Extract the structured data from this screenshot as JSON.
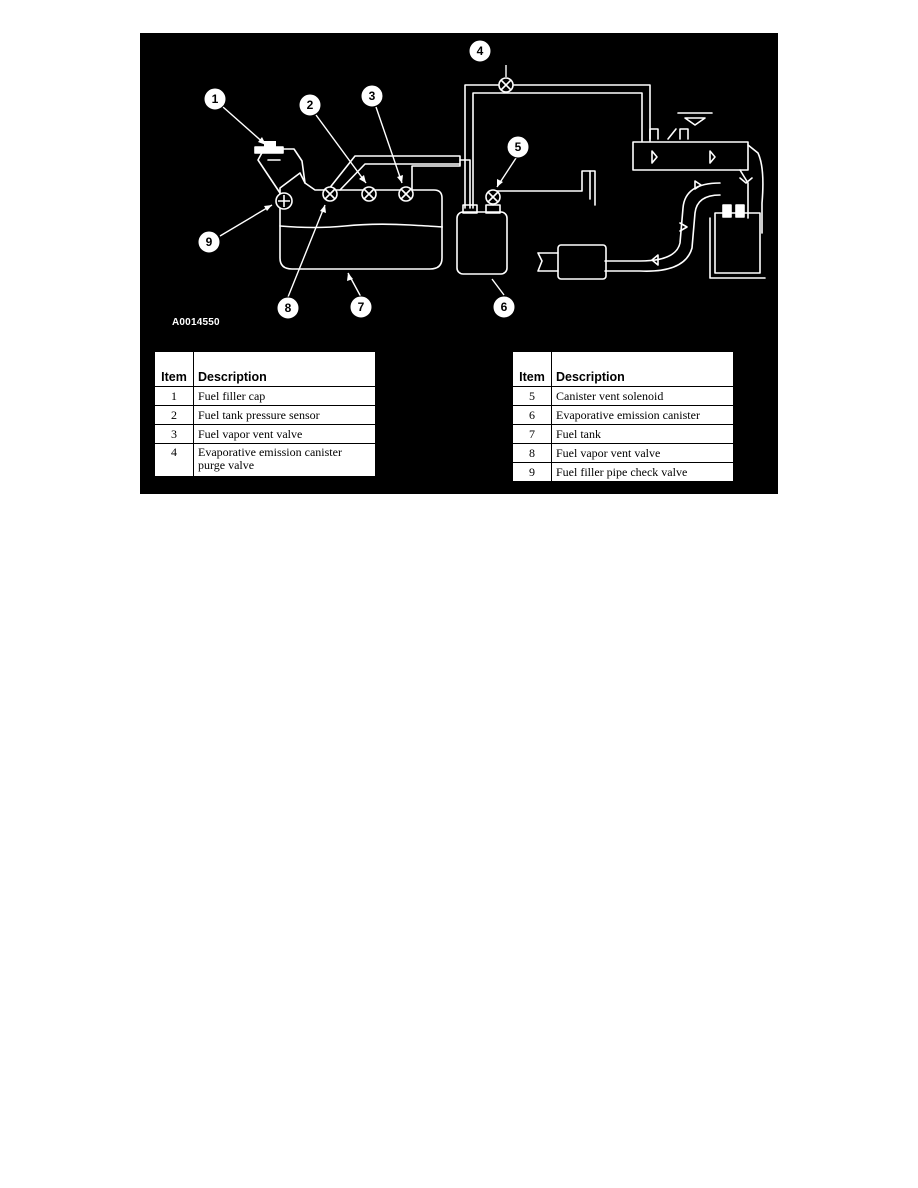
{
  "figure_id": "A0014550",
  "callouts": [
    "1",
    "2",
    "3",
    "4",
    "5",
    "6",
    "7",
    "8",
    "9"
  ],
  "legend_headers": {
    "item": "Item",
    "description": "Description"
  },
  "legend_left": [
    {
      "item": "1",
      "description": "Fuel filler cap"
    },
    {
      "item": "2",
      "description": "Fuel tank pressure sensor"
    },
    {
      "item": "3",
      "description": "Fuel vapor vent valve"
    },
    {
      "item": "4",
      "description": "Evaporative emission canister purge valve"
    }
  ],
  "legend_right": [
    {
      "item": "5",
      "description": "Canister vent solenoid"
    },
    {
      "item": "6",
      "description": "Evaporative emission canister"
    },
    {
      "item": "7",
      "description": "Fuel tank"
    },
    {
      "item": "8",
      "description": "Fuel vapor vent valve"
    },
    {
      "item": "9",
      "description": "Fuel filler pipe check valve"
    }
  ],
  "colors": {
    "background": "#000000",
    "line": "#ffffff",
    "table_bg": "#ffffff",
    "table_text": "#000000"
  }
}
